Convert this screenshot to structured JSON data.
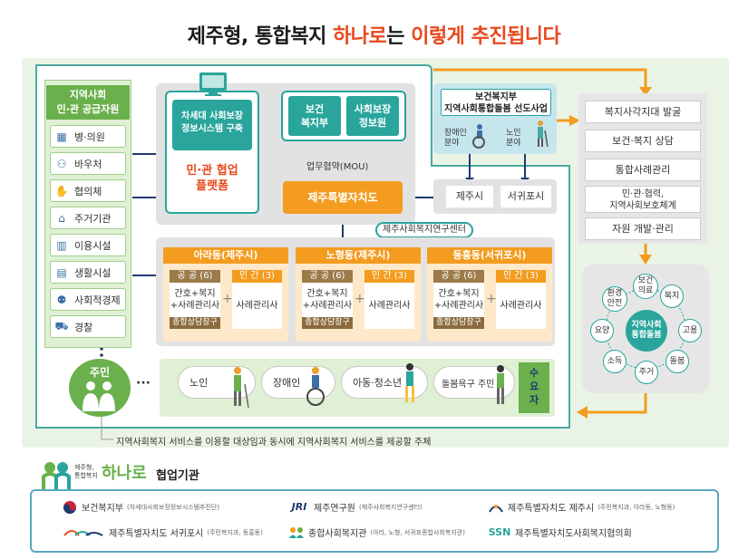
{
  "title": {
    "pre": "제주형, 통합복지 ",
    "highlight1": "하나로",
    "mid": "는 ",
    "highlight2": "이렇게 추진됩니다"
  },
  "left_panel": {
    "title": "지역사회\n민·관 공급자원",
    "items": [
      "병·의원",
      "바우처",
      "협의체",
      "주거기관",
      "이용시설",
      "생활시설",
      "사회적경제",
      "경찰"
    ]
  },
  "platform": {
    "system_label": "차세대 사회보장\n정보시스템 구축",
    "label": "민·관 협업\n플랫폼",
    "ministry": "보건\n복지부",
    "info_service": "사회보장\n정보원"
  },
  "mou": "업무협약(MOU)",
  "province": "제주특별자치도",
  "research_center": "제주사회복지연구센터",
  "pilot": {
    "title": "보건복지부\n지역사회통합돌봄 선도사업",
    "disabled": "장애인\n분야",
    "elderly": "노인\n분야",
    "jeju_city": "제주시",
    "seogwipo_city": "서귀포시"
  },
  "right_list": [
    "복지사각지대 발굴",
    "보건·복지 상담",
    "통합사례관리",
    "민·관·협력,\n지역사회보호체계",
    "자원 개발·관리"
  ],
  "dongs": [
    {
      "name": "아라동(제주시)",
      "public": "공 공 (6)",
      "public_body": "간호+복지\n+사례관리사",
      "private": "민 간 (3)",
      "private_body": "사례관리사",
      "footer": "종합상담창구"
    },
    {
      "name": "노형동(제주시)",
      "public": "공 공 (6)",
      "public_body": "간호+복지\n+사례관리사",
      "private": "민 간 (3)",
      "private_body": "사례관리사",
      "footer": "종합상담창구"
    },
    {
      "name": "동홍동(서귀포시)",
      "public": "공 공 (6)",
      "public_body": "간호+복지\n+사례관리사",
      "private": "민 간 (3)",
      "private_body": "사례관리사",
      "footer": "종합상담창구"
    }
  ],
  "plus": "+",
  "care_circle": {
    "center": "지역사회\n통합돌봄",
    "nodes": [
      "보건\n의료",
      "복지",
      "고용",
      "돌봄",
      "주거",
      "소득",
      "요양",
      "환경\n안전"
    ]
  },
  "residents": {
    "label": "주민",
    "ellipsis": "···"
  },
  "demand": {
    "label": "수\n요\n자",
    "items": [
      "노인",
      "장애인",
      "아동·청소년",
      "돌봄욕구 주민"
    ]
  },
  "caption": "지역사회복지 서비스를 이용할 대상임과 동시에 지역사회복지 서비스를 제공할 주체",
  "footer": {
    "brand_small": "제주형,\n통합복지",
    "brand": "하나로",
    "brand_suffix": "협업기관",
    "partners": [
      {
        "name": "보건복지부",
        "note": "(차세대사회보장정보시스템추진단)"
      },
      {
        "name": "제주연구원",
        "note": "(제주사회복지연구센터)",
        "mark": "JRI"
      },
      {
        "name": "제주특별자치도 제주시",
        "note": "(주민복지과, 아라동, 노형동)"
      },
      {
        "name": "제주특별자치도 서귀포시",
        "note": "(주민복지과, 동홍동)"
      },
      {
        "name": "종합사회복지관",
        "note": "(아라, 노형, 서귀포종합사회복지관)"
      },
      {
        "name": "제주특별자치도사회복지협의회",
        "note": "",
        "mark": "SSN"
      }
    ]
  },
  "colors": {
    "orange": "#f39c1f",
    "teal": "#29a59c",
    "green": "#6ab04c",
    "navy": "#1f3a70"
  }
}
